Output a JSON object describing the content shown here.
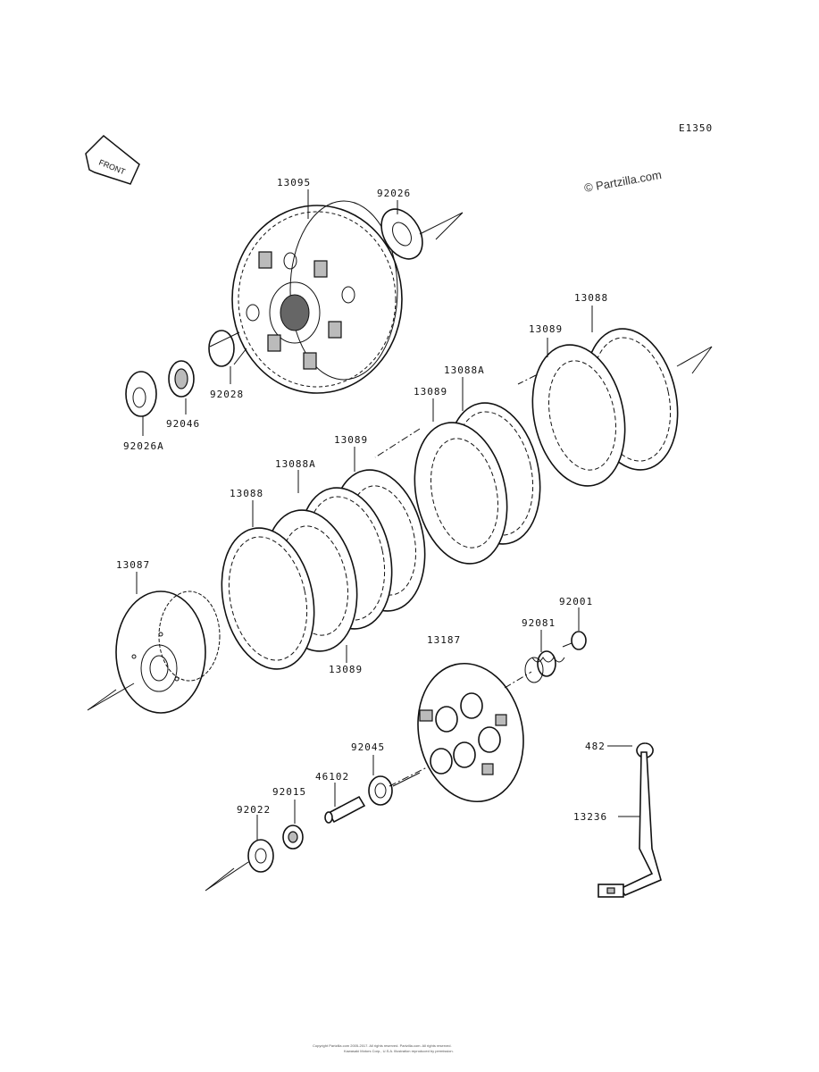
{
  "diagram_code": "E1350",
  "watermark": "© Partzilla.com",
  "front_label": "FRONT",
  "parts": [
    {
      "id": "p13095",
      "number": "13095"
    },
    {
      "id": "p92026",
      "number": "92026"
    },
    {
      "id": "p13088a",
      "number": "13088"
    },
    {
      "id": "p13089a",
      "number": "13089"
    },
    {
      "id": "p13088Aa",
      "number": "13088A"
    },
    {
      "id": "p13089b",
      "number": "13089"
    },
    {
      "id": "p92028",
      "number": "92028"
    },
    {
      "id": "p92046",
      "number": "92046"
    },
    {
      "id": "p92026A",
      "number": "92026A"
    },
    {
      "id": "p13089c",
      "number": "13089"
    },
    {
      "id": "p13088Ab",
      "number": "13088A"
    },
    {
      "id": "p13088b",
      "number": "13088"
    },
    {
      "id": "p13087",
      "number": "13087"
    },
    {
      "id": "p13089d",
      "number": "13089"
    },
    {
      "id": "p92001",
      "number": "92001"
    },
    {
      "id": "p92081",
      "number": "92081"
    },
    {
      "id": "p13187",
      "number": "13187"
    },
    {
      "id": "p482",
      "number": "482"
    },
    {
      "id": "p92045",
      "number": "92045"
    },
    {
      "id": "p46102",
      "number": "46102"
    },
    {
      "id": "p92015",
      "number": "92015"
    },
    {
      "id": "p92022",
      "number": "92022"
    },
    {
      "id": "p13236",
      "number": "13236"
    }
  ],
  "footer": {
    "line1": "Copyright Partzilla.com 2005-2017. All rights reserved. Partzilla.com. All rights reserved.",
    "line2": "Kawasaki Motors Corp., U.S.A. Illustration reproduced by permission."
  }
}
